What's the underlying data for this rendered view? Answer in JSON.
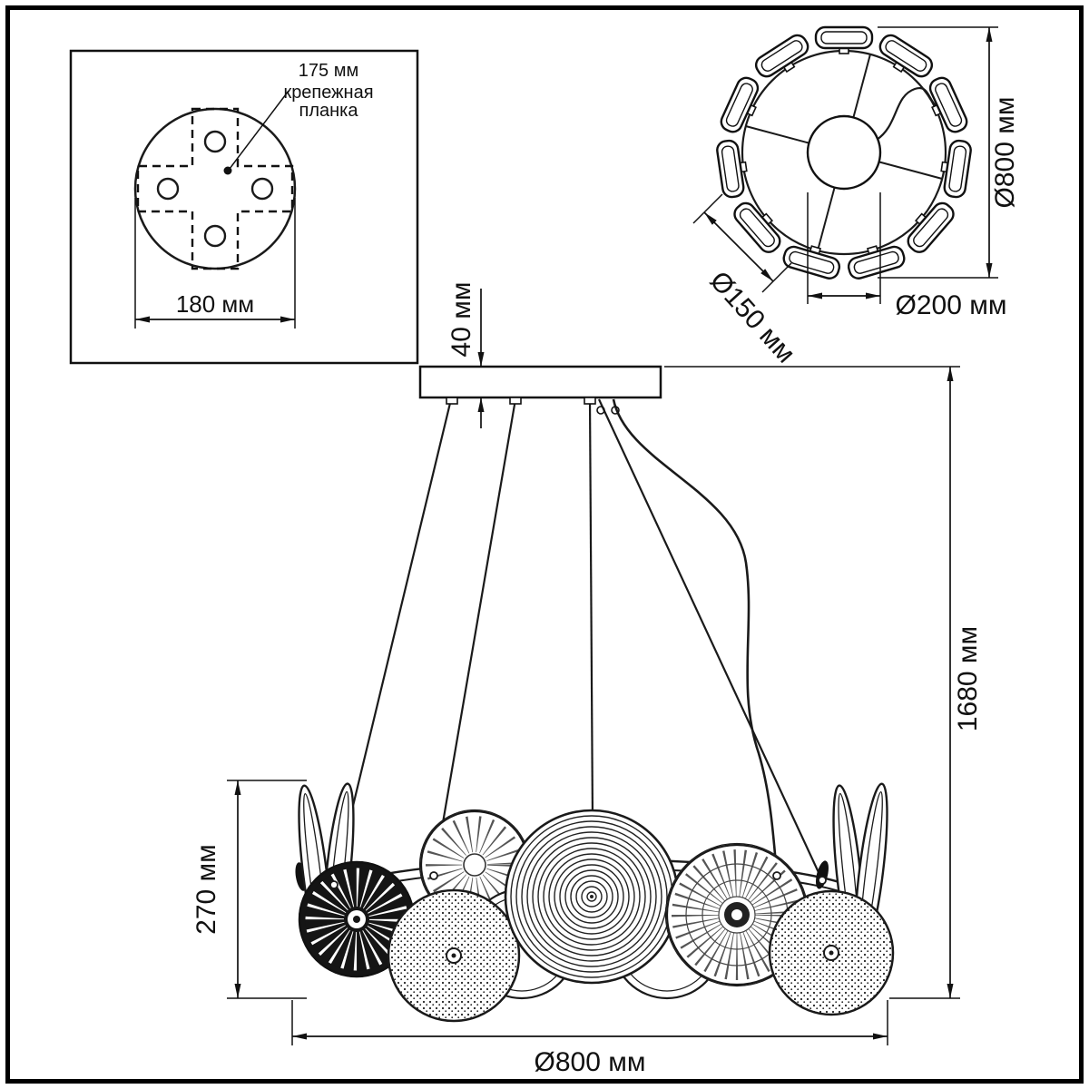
{
  "mounting_plate": {
    "offset_label": "175 мм",
    "bracket_line1": "крепежная",
    "bracket_line2": "планка",
    "width_label": "180 мм"
  },
  "top_view": {
    "outer_diameter": "Ø800 мм",
    "disc_diameter": "Ø150 мм",
    "hub_diameter": "Ø200 мм"
  },
  "side_view": {
    "canopy_height": "40 мм",
    "suspension_height": "1680 мм",
    "body_height": "270 мм",
    "body_diameter": "Ø800 мм"
  }
}
